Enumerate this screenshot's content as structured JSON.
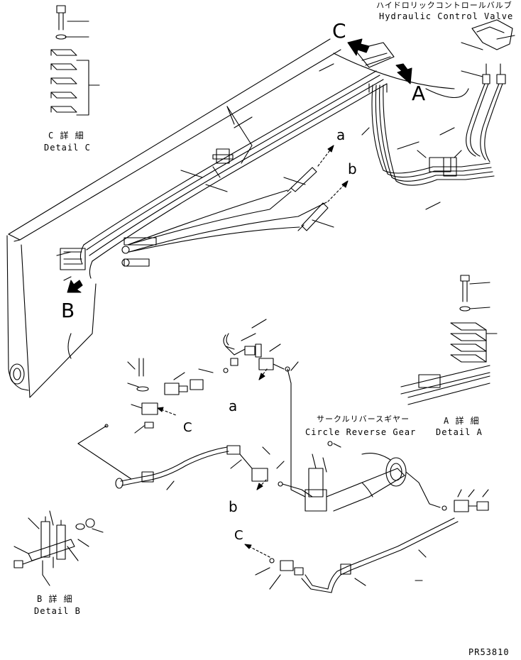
{
  "labels": {
    "valve_jp": "ハイドロリックコントロールバルブ",
    "valve_en": "Hydraulic Control Valve",
    "detail_c_jp": "C 詳 細",
    "detail_c_en": "Detail C",
    "detail_a_jp": "A 詳 細",
    "detail_a_en": "Detail A",
    "detail_b_jp": "B 詳 細",
    "detail_b_en": "Detail B",
    "gear_jp": "サークルリバースギヤー",
    "gear_en": "Circle Reverse Gear",
    "view_a": "A",
    "view_b": "B",
    "view_c": "C",
    "conn_a_top": "a",
    "conn_b_top": "b",
    "conn_a_mid": "a",
    "conn_b_mid": "b",
    "conn_c_mid": "C",
    "conn_c_low": "C",
    "code": "PR53810"
  }
}
